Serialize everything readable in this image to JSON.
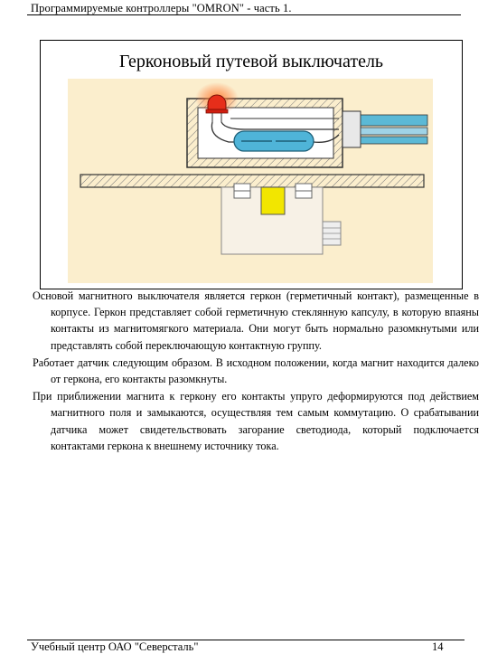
{
  "header": {
    "title": "Программируемые контроллеры \"OMRON\" - часть 1."
  },
  "figure": {
    "title": "Герконовый путевой выключатель"
  },
  "body": {
    "paragraphs": [
      "Основой магнитного выключателя является геркон (герметичный контакт), размещенные в корпусе. Геркон представляет собой герметичную стеклянную капсулу, в которую впаяны контакты из магнитомягкого материала. Они могут быть нормально разомкнутыми или представлять собой переключающую контактную группу.",
      "Работает датчик следующим образом. В исходном положении, когда магнит находится далеко от геркона, его контакты разомкнуты.",
      "При приближении магнита к геркону его контакты упруго деформируются под действием магнитного поля и замыкаются, осуществляя тем самым коммутацию. О срабатывании датчика может свидетельствовать загорание светодиода, который подключается контактами геркона к внешнему источнику тока."
    ]
  },
  "footer": {
    "org": "Учебный центр ОАО \"Северсталь\"",
    "page_number": "14"
  },
  "colors": {
    "background_panel": "#fbeecd",
    "led": "#e62e1a",
    "reed_capsule": "#4fb4d8",
    "magnet": "#f2e600",
    "cable": "#5bb9d6"
  }
}
